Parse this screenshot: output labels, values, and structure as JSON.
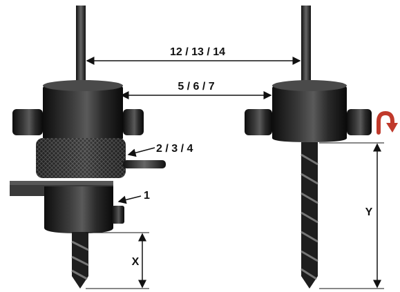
{
  "labels": {
    "outer_distance": "12 / 13 / 14",
    "inner_distance": "5 / 6 / 7",
    "collar_part": "2 / 3 / 4",
    "clamp_part": "1",
    "depth_left": "X",
    "depth_right": "Y"
  },
  "icons": {
    "rotation": "rotation-arrow-icon"
  },
  "colors": {
    "steel": "#1a1a1a",
    "rotation_arrow": "#c0392b",
    "dimension_line": "#111111"
  }
}
